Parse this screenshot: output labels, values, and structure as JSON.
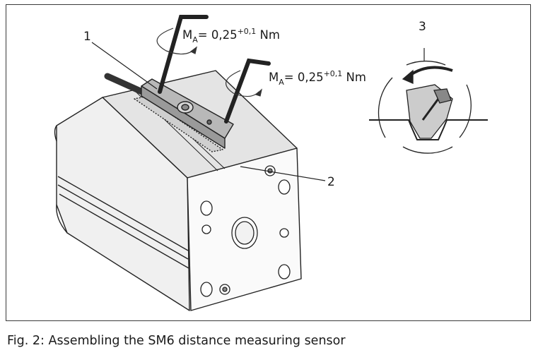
{
  "figure": {
    "caption": "Fig. 2: Assembling the SM6 distance measuring sensor",
    "callouts": {
      "c1": "1",
      "c2": "2",
      "c3": "3"
    },
    "torque_1": {
      "symbol": "M",
      "subscript": "A",
      "value": "= 0,25",
      "superscript": "+0,1",
      "unit": " Nm"
    },
    "torque_2": {
      "symbol": "M",
      "subscript": "A",
      "value": "= 0,25",
      "superscript": "+0,1",
      "unit": " Nm"
    }
  }
}
